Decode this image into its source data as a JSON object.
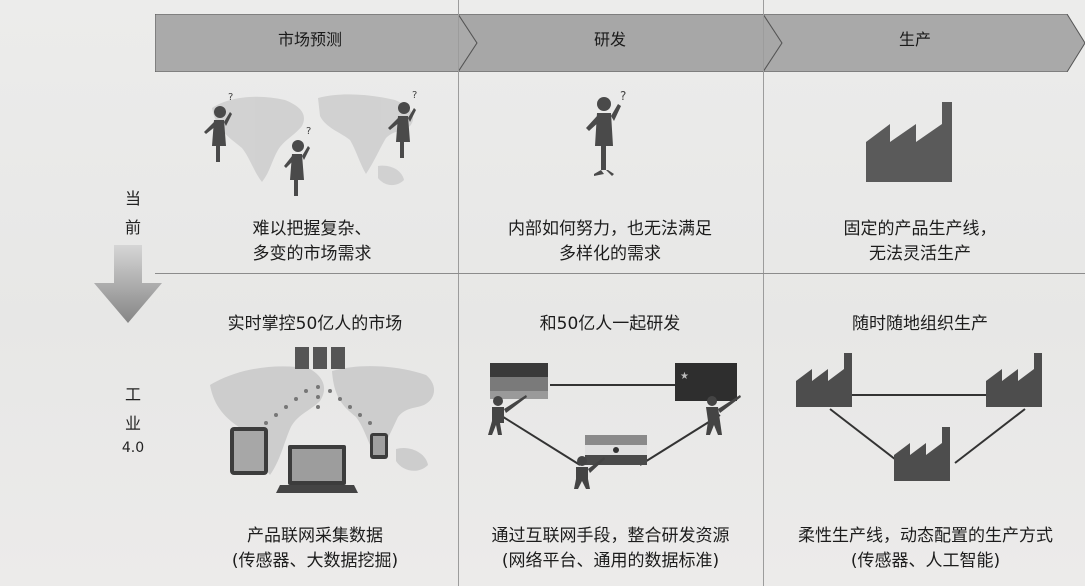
{
  "header": {
    "stage1": "市场预测",
    "stage2": "研发",
    "stage3": "生产"
  },
  "left_labels": {
    "current_1": "当",
    "current_2": "前",
    "ind_1": "工",
    "ind_2": "业",
    "ind_3": "4.0"
  },
  "current": {
    "market": [
      "难以把握复杂、",
      "多变的市场需求"
    ],
    "rnd": [
      "内部如何努力，也无法满足",
      "多样化的需求"
    ],
    "production": [
      "固定的产品生产线，",
      "无法灵活生产"
    ]
  },
  "industry40": {
    "market_title": "实时掌控50亿人的市场",
    "rnd_title": "和50亿人一起研发",
    "production_title": "随时随地组织生产",
    "market_desc": [
      "产品联网采集数据",
      "(传感器、大数据挖掘)"
    ],
    "rnd_desc": [
      "通过互联网手段，整合研发资源",
      "(网络平台、通用的数据标准)"
    ],
    "production_desc": [
      "柔性生产线，动态配置的生产方式",
      "(传感器、人工智能)"
    ]
  },
  "colors": {
    "header_fill": "#a9a9a9",
    "factory": "#5a5a5a",
    "arrow": "#8f8f8f"
  }
}
